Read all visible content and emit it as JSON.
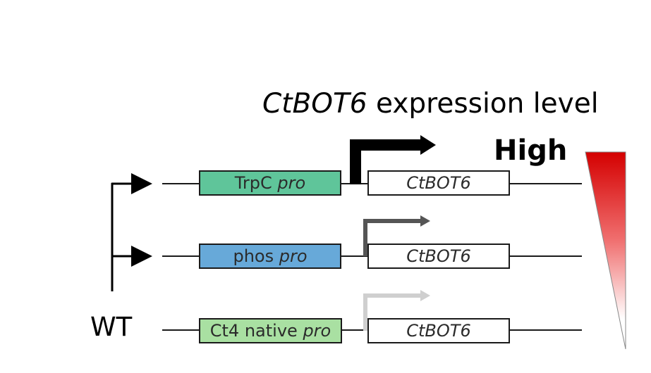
{
  "title": {
    "gene": "CtBOT6",
    "rest": " expression level"
  },
  "gradient_label": "High",
  "colors": {
    "trpc_promoter": "#5fc59a",
    "phos_promoter": "#67a9d9",
    "native_promoter": "#a9e0a2",
    "arrow_high": "#000000",
    "arrow_mid": "#555555",
    "arrow_low": "#cccccc",
    "gradient_top": "#e00000",
    "gradient_bottom": "#ffffff"
  },
  "constructs": [
    {
      "promoter_name": "TrpC",
      "promoter_suffix": "pro",
      "gene": "CtBOT6",
      "expression": "high"
    },
    {
      "promoter_name": "phos",
      "promoter_suffix": "pro",
      "gene": "CtBOT6",
      "expression": "medium"
    },
    {
      "promoter_name": "Ct4 native",
      "promoter_suffix": "pro",
      "gene": "CtBOT6",
      "expression": "low"
    }
  ],
  "wt_label": "WT"
}
